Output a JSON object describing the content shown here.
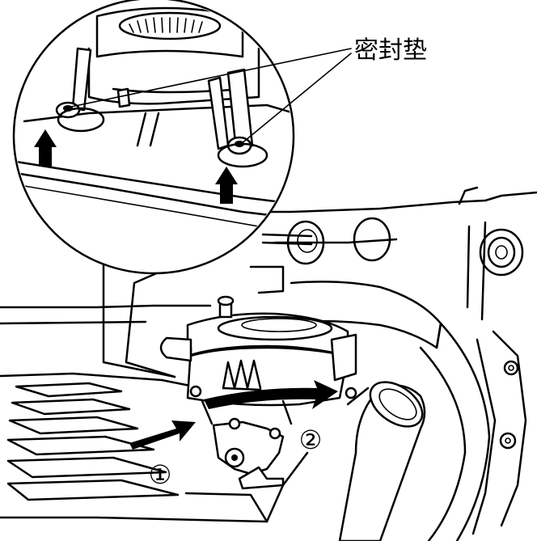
{
  "labels": {
    "gasket": "密封垫",
    "step1": "①",
    "step2": "②"
  },
  "colors": {
    "line": "#000000",
    "background": "#ffffff"
  }
}
